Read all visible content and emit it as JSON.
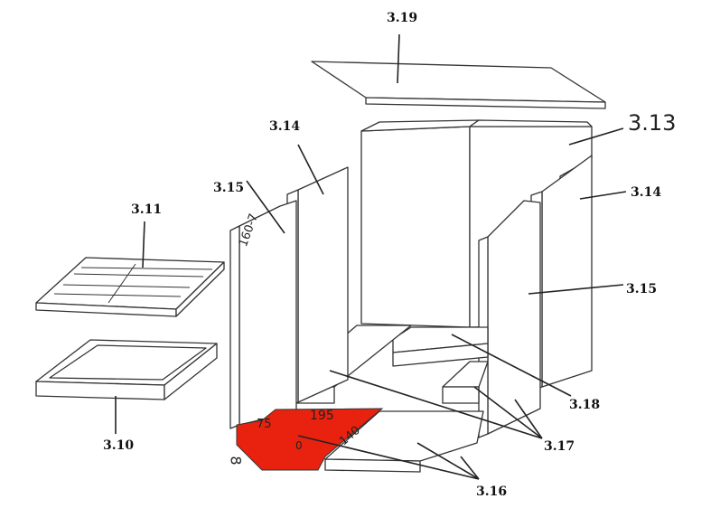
{
  "labels": {
    "p319": "3.19",
    "p313": "3.13",
    "p314a": "3.14",
    "p314b": "3.14",
    "p315a": "3.15",
    "p315b": "3.15",
    "p311": "3.11",
    "p310": "3.10",
    "p318": "3.18",
    "p317": "3.17",
    "p316": "3.16"
  },
  "annotations": {
    "side_panel": "160-7",
    "floor_a": "195",
    "floor_b": "140",
    "floor_c": "75",
    "floor_d": "8",
    "floor_e": "0"
  },
  "colors": {
    "highlight": "#e8220f",
    "line": "#222222"
  }
}
